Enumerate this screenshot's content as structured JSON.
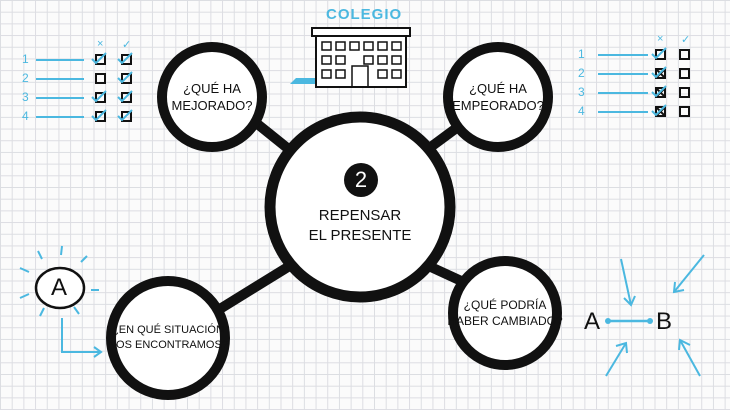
{
  "center": {
    "badge": "2",
    "label": "REPENSAR\nEL PRESENTE"
  },
  "bubbles": {
    "improved": "¿QUÉ HA\nMEJORADO?",
    "worsened": "¿QUÉ HA\nEMPEORADO?",
    "situation": "¿EN QUÉ SITUACIÓN\nNOS ENCONTRAMOS?",
    "changed": "¿QUÉ PODRÍA\nHABER CAMBIADO?"
  },
  "school": {
    "label": "COLEGIO"
  },
  "checklist_left": {
    "rows": [
      "1",
      "2",
      "3",
      "4"
    ],
    "col_x": "×",
    "col_check": "✓"
  },
  "checklist_right": {
    "rows": [
      "1",
      "2",
      "3",
      "4"
    ],
    "col_x": "×",
    "col_check": "✓"
  },
  "letters": {
    "a_circled": "A",
    "a": "A",
    "b": "B"
  },
  "colors": {
    "ink": "#111111",
    "accent": "#4bb8e0",
    "grid": "#dcdde2"
  }
}
